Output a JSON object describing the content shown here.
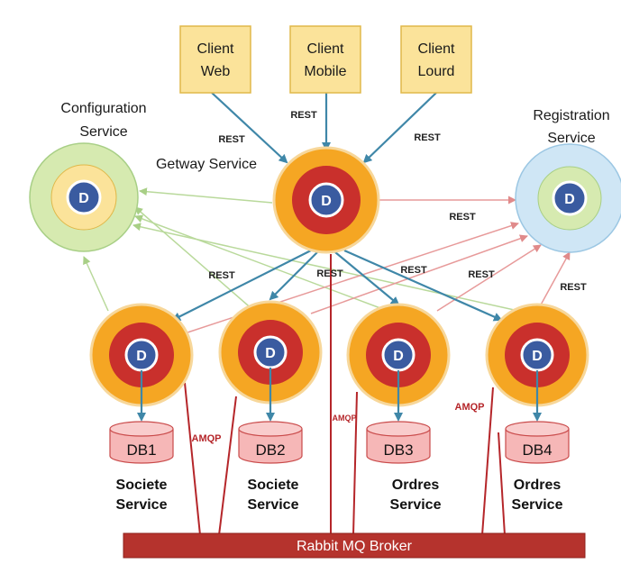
{
  "clients": [
    {
      "line1": "Client",
      "line2": "Web"
    },
    {
      "line1": "Client",
      "line2": "Mobile"
    },
    {
      "line1": "Client",
      "line2": "Lourd"
    }
  ],
  "configuration_service": {
    "line1": "Configuration",
    "line2": "Service"
  },
  "registration_service": {
    "line1": "Registration",
    "line2": "Service"
  },
  "gateway_service": {
    "label": "Getway Service"
  },
  "node_letter": "D",
  "rest_label": "REST",
  "amqp_label": "AMQP",
  "services": [
    {
      "db": "DB1",
      "line1": "Societe",
      "line2": "Service"
    },
    {
      "db": "DB2",
      "line1": "Societe",
      "line2": "Service"
    },
    {
      "db": "DB3",
      "line1": "Ordres",
      "line2": "Service"
    },
    {
      "db": "DB4",
      "line1": "Ordres",
      "line2": "Service"
    }
  ],
  "broker": {
    "label": "Rabbit MQ Broker"
  },
  "colors": {
    "client_fill": "#fbe39a",
    "client_stroke": "#e0b84a",
    "orange": "#f5a623",
    "red": "#c9302c",
    "blue": "#3a5ba0",
    "green_ring": "#d6eab0",
    "blue_ring": "#cfe6f5",
    "db_fill": "#f6b7b7",
    "db_stroke": "#c94a4a",
    "broker": "#b5332d",
    "arrow_blue": "#3f87a8",
    "line_red": "#b5262a",
    "line_pink": "#e79a9a",
    "line_green": "#b9d99b"
  }
}
